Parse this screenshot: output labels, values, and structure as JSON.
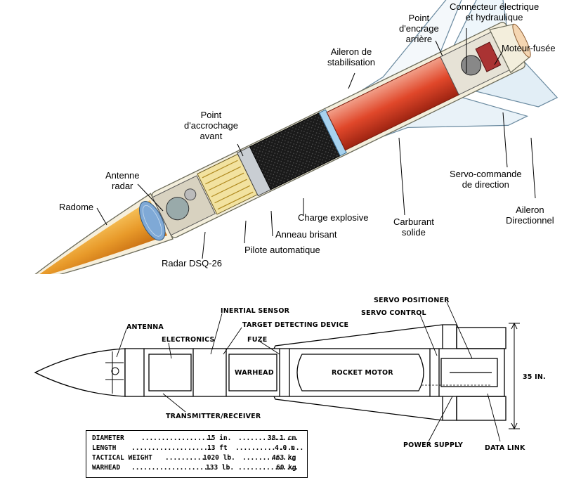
{
  "top_diagram": {
    "labels": {
      "radome": "Radome",
      "antenne_radar": "Antenne\nradar",
      "radar_dsq": "Radar DSQ-26",
      "pilote": "Pilote automatique",
      "anneau": "Anneau brisant",
      "charge": "Charge explosive",
      "point_avant": "Point\nd'accrochage\navant",
      "aileron_stab": "Aileron de\nstabilisation",
      "point_arriere": "Point\nd'encrage\narrière",
      "connecteur": "Connecteur électrique\net hydraulique",
      "moteur": "Moteur-fusée",
      "carburant": "Carburant\nsolide",
      "servo": "Servo-commande\nde direction",
      "aileron_dir": "Aileron\nDirectionnel"
    }
  },
  "bottom_diagram": {
    "labels": {
      "antenna": "ANTENNA",
      "electronics": "ELECTRONICS",
      "inertial": "INERTIAL SENSOR",
      "target": "TARGET DETECTING DEVICE",
      "fuze": "FUZE",
      "warhead": "WARHEAD",
      "rocket": "ROCKET MOTOR",
      "servo_positioner": "SERVO POSITIONER",
      "servo_control": "SERVO CONTROL",
      "transmitter": "TRANSMITTER/RECEIVER",
      "power": "POWER SUPPLY",
      "datalink": "DATA LINK",
      "dim": "35 IN."
    },
    "specs": [
      {
        "name": "DIAMETER",
        "imperial": "15 in.",
        "metric": "38.1 cm"
      },
      {
        "name": "LENGTH",
        "imperial": "13 ft",
        "metric": "4.0 m"
      },
      {
        "name": "TACTICAL WEIGHT",
        "imperial": "1020 lb.",
        "metric": "463 kg"
      },
      {
        "name": "WARHEAD",
        "imperial": "133 lb.",
        "metric": "60 kg"
      }
    ]
  }
}
